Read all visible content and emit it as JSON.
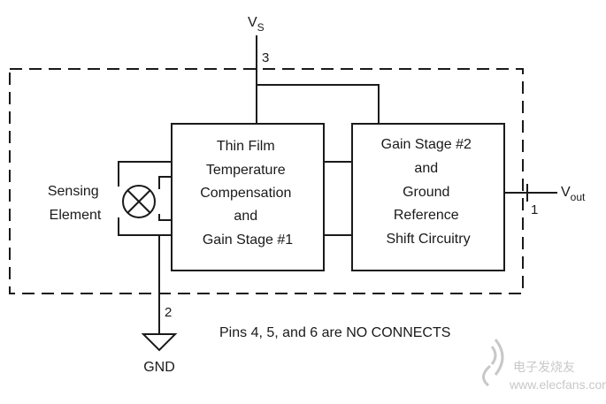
{
  "supply": {
    "label": "V",
    "subscript": "S",
    "pin": "3"
  },
  "output": {
    "label": "V",
    "subscript": "out",
    "pin": "1"
  },
  "ground": {
    "label": "GND",
    "pin": "2"
  },
  "sensing_element": {
    "lines": [
      "Sensing",
      "Element"
    ]
  },
  "block1": {
    "lines": [
      "Thin Film",
      "Temperature",
      "Compensation",
      "and",
      "Gain Stage #1"
    ]
  },
  "block2": {
    "lines": [
      "Gain Stage #2",
      "and",
      "Ground",
      "Reference",
      "Shift Circuitry"
    ]
  },
  "note": "Pins 4, 5, and 6 are NO CONNECTS",
  "watermark": {
    "cn": "电子发烧友",
    "url": "www.elecfans.com"
  },
  "colors": {
    "ink": "#1a1a1a",
    "background": "#ffffff",
    "watermark": "#c8c8c8"
  }
}
